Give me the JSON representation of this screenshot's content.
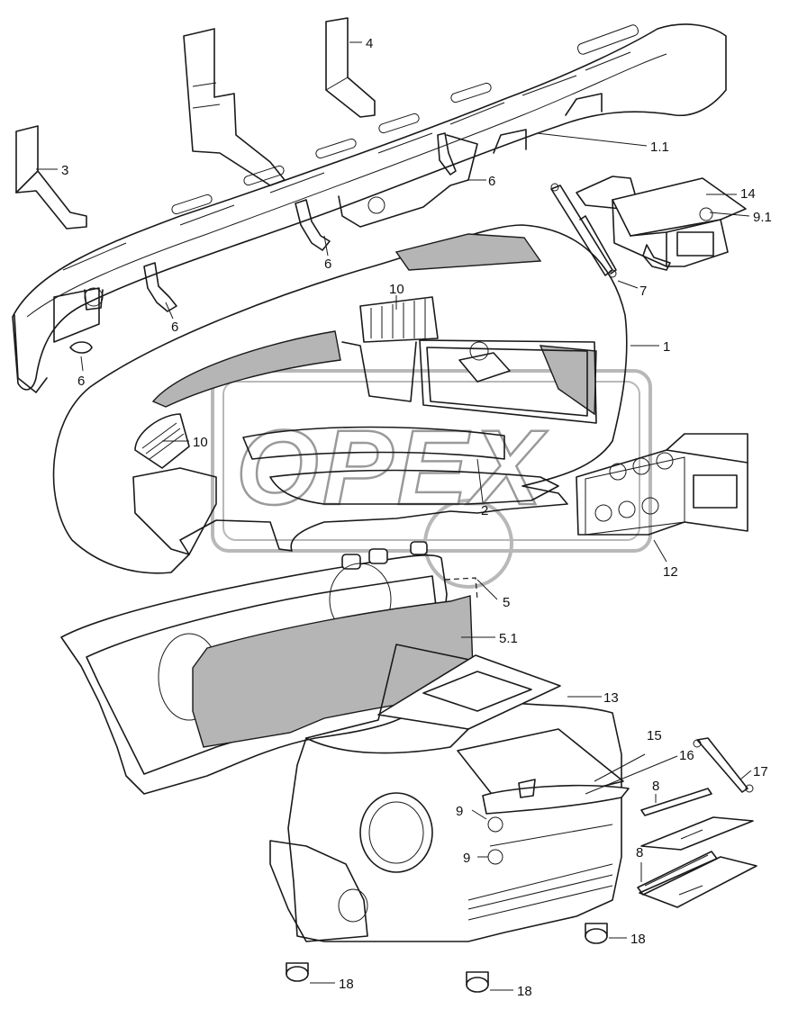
{
  "watermark": {
    "text": "OPEX"
  },
  "callouts": [
    {
      "id": "c-4",
      "label": "4",
      "part": "bracket-right"
    },
    {
      "id": "c-3",
      "label": "3",
      "part": "bracket-left"
    },
    {
      "id": "c-1-1",
      "label": "1.1",
      "part": "dashboard-frame"
    },
    {
      "id": "c-6a",
      "label": "6",
      "part": "clip"
    },
    {
      "id": "c-14",
      "label": "14",
      "part": "glovebox"
    },
    {
      "id": "c-9-1",
      "label": "9.1",
      "part": "glovebox-lock"
    },
    {
      "id": "c-6b",
      "label": "6",
      "part": "clip"
    },
    {
      "id": "c-7",
      "label": "7",
      "part": "gas-strut"
    },
    {
      "id": "c-10a",
      "label": "10",
      "part": "air-vent"
    },
    {
      "id": "c-6c",
      "label": "6",
      "part": "clip"
    },
    {
      "id": "c-6d",
      "label": "6",
      "part": "clip"
    },
    {
      "id": "c-1",
      "label": "1",
      "part": "dashboard-cover"
    },
    {
      "id": "c-10b",
      "label": "10",
      "part": "air-vent"
    },
    {
      "id": "c-2",
      "label": "2",
      "part": "lower-panel"
    },
    {
      "id": "c-12",
      "label": "12",
      "part": "switch-panel"
    },
    {
      "id": "c-5",
      "label": "5",
      "part": "instrument-panel"
    },
    {
      "id": "c-5-1",
      "label": "5.1",
      "part": "instrument-lens"
    },
    {
      "id": "c-13",
      "label": "13",
      "part": "center-console"
    },
    {
      "id": "c-15",
      "label": "15",
      "part": "storage-lid"
    },
    {
      "id": "c-16",
      "label": "16",
      "part": "storage-box"
    },
    {
      "id": "c-17",
      "label": "17",
      "part": "strut"
    },
    {
      "id": "c-8a",
      "label": "8",
      "part": "hinge"
    },
    {
      "id": "c-9a",
      "label": "9",
      "part": "lock"
    },
    {
      "id": "c-9b",
      "label": "9",
      "part": "lock"
    },
    {
      "id": "c-8b",
      "label": "8",
      "part": "hinge"
    },
    {
      "id": "c-18a",
      "label": "18",
      "part": "foot"
    },
    {
      "id": "c-18b",
      "label": "18",
      "part": "foot"
    },
    {
      "id": "c-18c",
      "label": "18",
      "part": "foot"
    }
  ]
}
